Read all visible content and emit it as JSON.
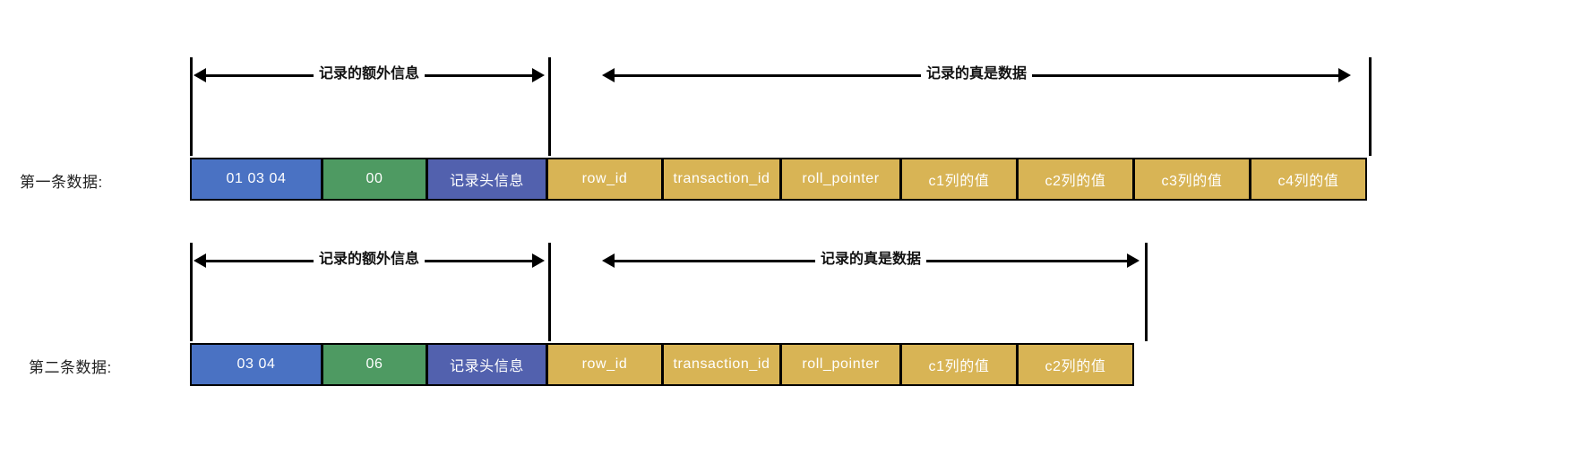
{
  "diagram": {
    "title_present": false,
    "colors": {
      "blue": "#4A72C3",
      "green": "#4E9A62",
      "slate": "#5261AE",
      "gold": "#D8B455",
      "stroke": "#000000",
      "text_on_fill": "#FFFFFF",
      "label_text": "#222222"
    },
    "annotations": {
      "extra_info_label": "记录的额外信息",
      "real_data_label": "记录的真是数据"
    },
    "rows": [
      {
        "id": "row-1",
        "label": "第一条数据:",
        "extra_info_label": "记录的额外信息",
        "real_data_label": "记录的真是数据",
        "cells": [
          {
            "text": "01  03  04",
            "color": "blue",
            "width": 148
          },
          {
            "text": "00",
            "color": "green",
            "width": 118
          },
          {
            "text": "记录头信息",
            "color": "slate",
            "width": 135
          },
          {
            "text": "row_id",
            "color": "gold",
            "width": 130
          },
          {
            "text": "transaction_id",
            "color": "gold",
            "width": 133
          },
          {
            "text": "roll_pointer",
            "color": "gold",
            "width": 135
          },
          {
            "text": "c1列的值",
            "color": "gold",
            "width": 131
          },
          {
            "text": "c2列的值",
            "color": "gold",
            "width": 131
          },
          {
            "text": "c3列的值",
            "color": "gold",
            "width": 131
          },
          {
            "text": "c4列的值",
            "color": "gold",
            "width": 131
          }
        ]
      },
      {
        "id": "row-2",
        "label": "第二条数据:",
        "extra_info_label": "记录的额外信息",
        "real_data_label": "记录的真是数据",
        "cells": [
          {
            "text": "03  04",
            "color": "blue",
            "width": 148
          },
          {
            "text": "06",
            "color": "green",
            "width": 118
          },
          {
            "text": "记录头信息",
            "color": "slate",
            "width": 135
          },
          {
            "text": "row_id",
            "color": "gold",
            "width": 130
          },
          {
            "text": "transaction_id",
            "color": "gold",
            "width": 133
          },
          {
            "text": "roll_pointer",
            "color": "gold",
            "width": 135
          },
          {
            "text": "c1列的值",
            "color": "gold",
            "width": 131
          },
          {
            "text": "c2列的值",
            "color": "gold",
            "width": 131
          }
        ]
      }
    ]
  }
}
